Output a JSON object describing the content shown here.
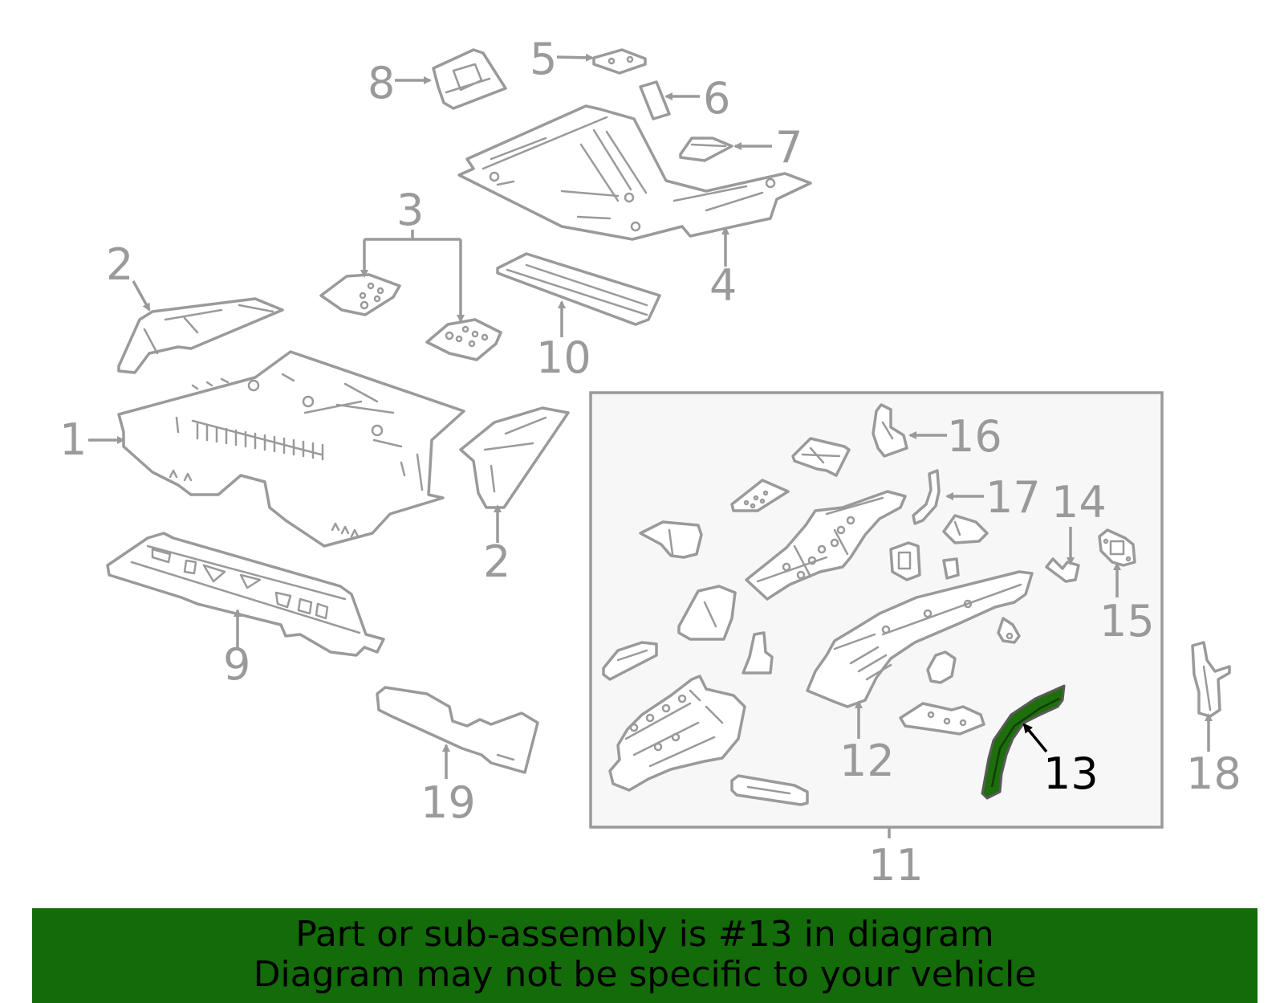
{
  "diagram": {
    "callouts": [
      {
        "id": "1",
        "text": "1"
      },
      {
        "id": "2a",
        "text": "2"
      },
      {
        "id": "2b",
        "text": "2"
      },
      {
        "id": "3",
        "text": "3"
      },
      {
        "id": "4",
        "text": "4"
      },
      {
        "id": "5",
        "text": "5"
      },
      {
        "id": "6",
        "text": "6"
      },
      {
        "id": "7",
        "text": "7"
      },
      {
        "id": "8",
        "text": "8"
      },
      {
        "id": "9",
        "text": "9"
      },
      {
        "id": "10",
        "text": "10"
      },
      {
        "id": "11",
        "text": "11"
      },
      {
        "id": "12",
        "text": "12"
      },
      {
        "id": "13",
        "text": "13"
      },
      {
        "id": "14",
        "text": "14"
      },
      {
        "id": "15",
        "text": "15"
      },
      {
        "id": "16",
        "text": "16"
      },
      {
        "id": "17",
        "text": "17"
      },
      {
        "id": "18",
        "text": "18"
      },
      {
        "id": "19",
        "text": "19"
      }
    ],
    "highlighted_part": "13",
    "colors": {
      "line": "#9a9a9a",
      "highlight_part": "#1f6e0e",
      "banner": "#136b0a",
      "group_box_fill": "#f7f7f7"
    }
  },
  "banner": {
    "line1": "Part or sub-assembly is #13 in diagram",
    "line2": "Diagram may not be specific to your vehicle"
  }
}
